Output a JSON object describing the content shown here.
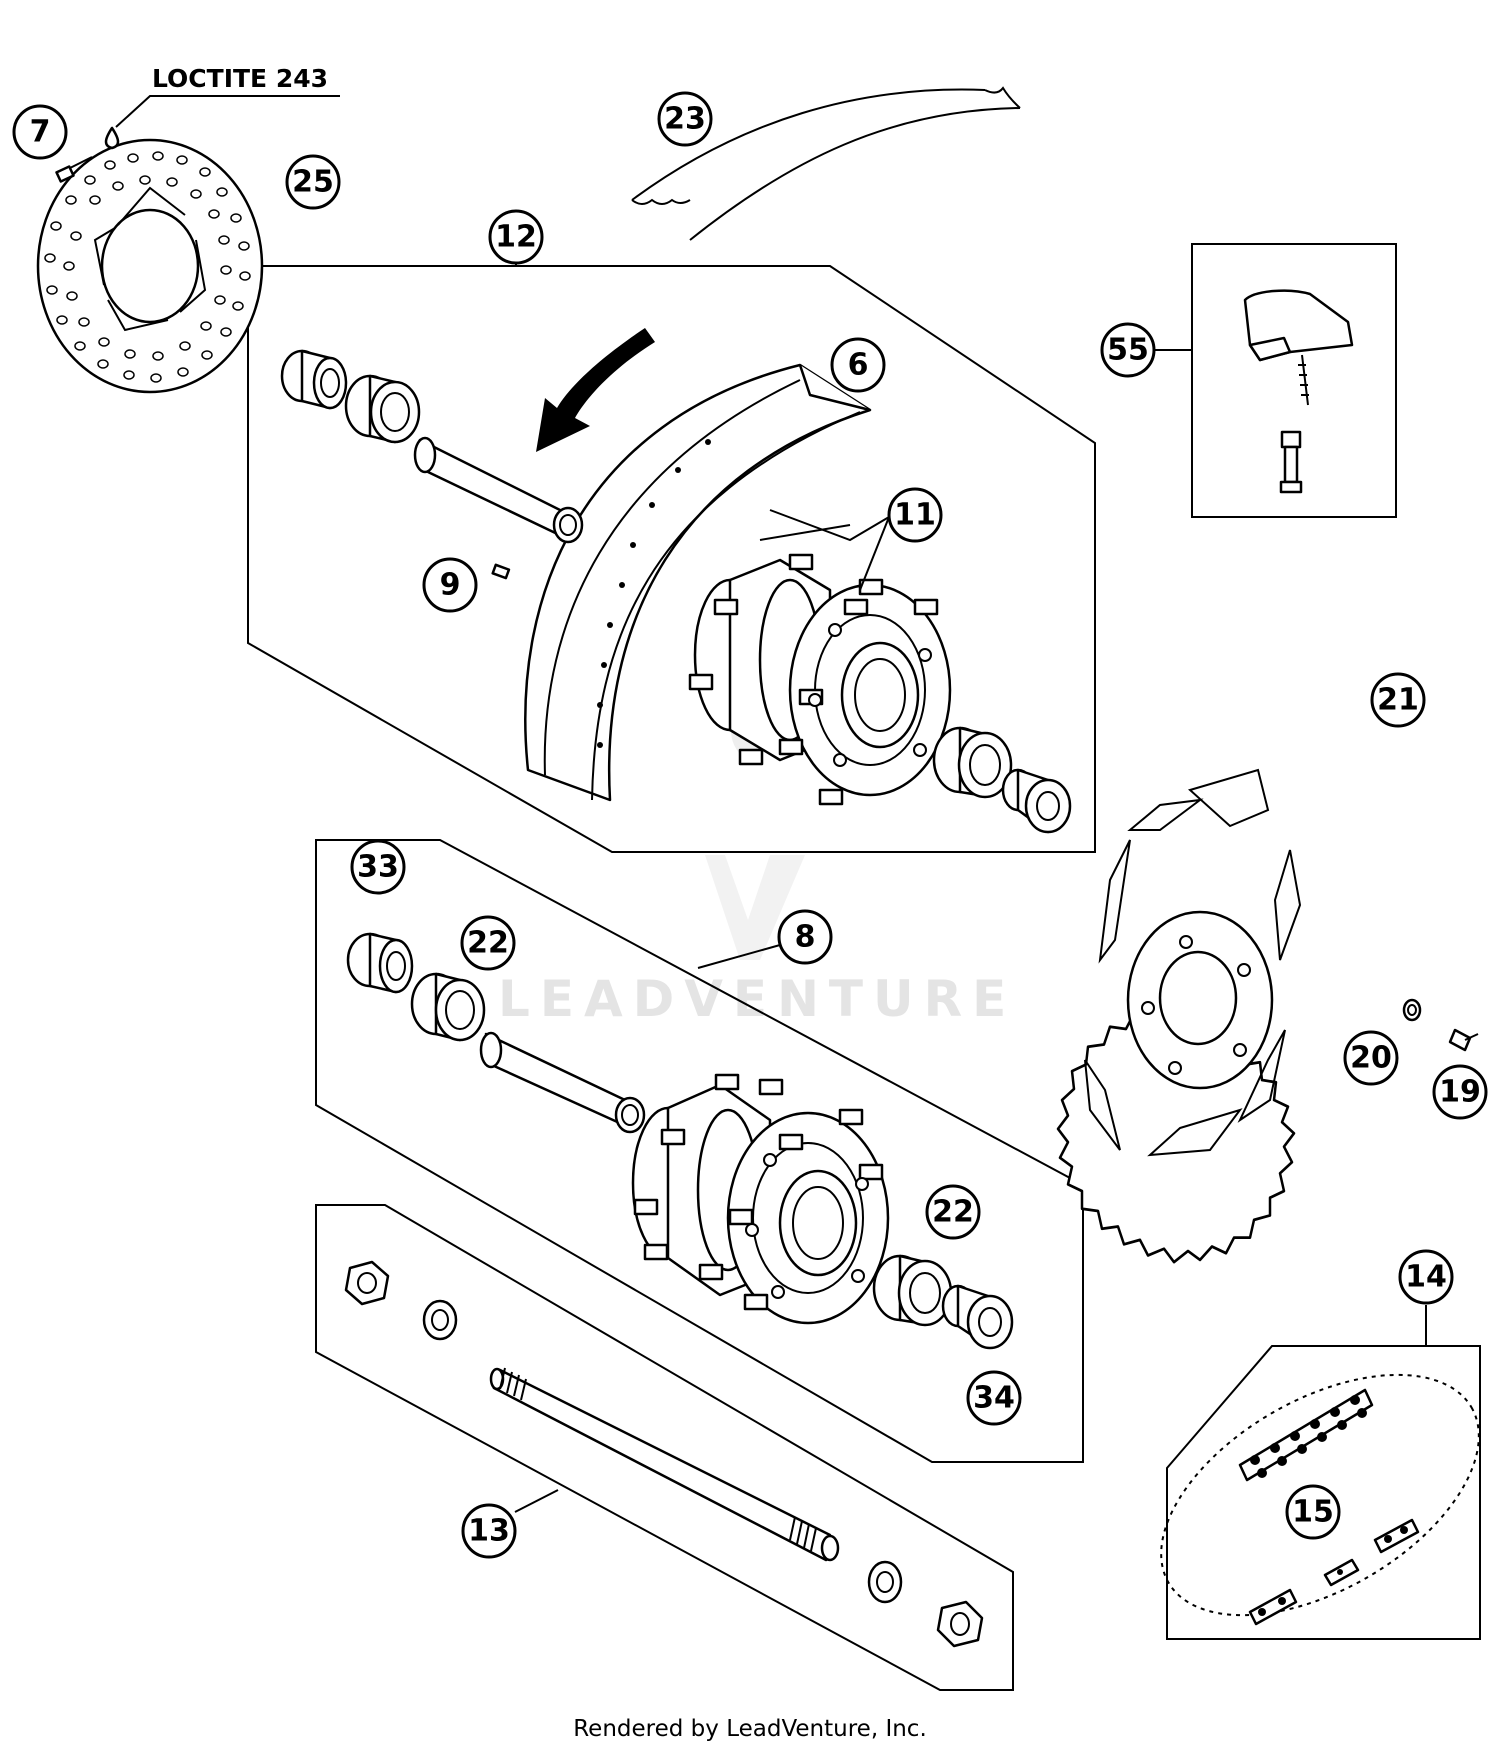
{
  "watermark": {
    "text": "LEADVENTURE"
  },
  "footer": {
    "text": "Rendered by LeadVenture, Inc."
  },
  "note": {
    "text": "LOCTITE 243"
  },
  "callouts": {
    "c7": "7",
    "c25": "25",
    "c23": "23",
    "c12": "12",
    "c6": "6",
    "c55": "55",
    "c11": "11",
    "c9": "9",
    "c21": "21",
    "c33": "33",
    "c22a": "22",
    "c8": "8",
    "c20": "20",
    "c19": "19",
    "c22b": "22",
    "c14": "14",
    "c34": "34",
    "c15": "15",
    "c13": "13"
  }
}
